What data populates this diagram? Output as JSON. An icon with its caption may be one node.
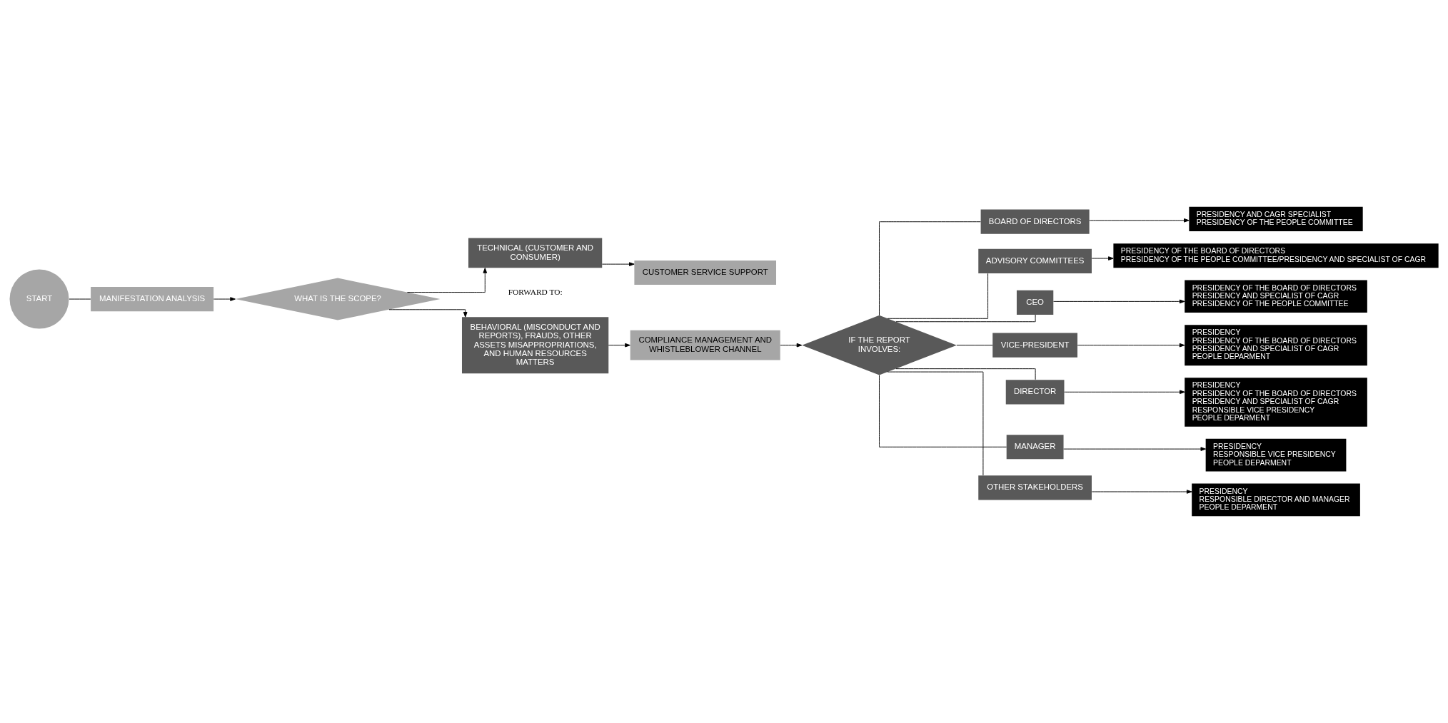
{
  "diagram": {
    "nodes": [
      {
        "text": [
          "START"
        ]
      },
      {
        "text": [
          "MANIFESTATION ANALYSIS"
        ]
      },
      {
        "text": [
          "WHAT IS THE SCOPE?"
        ]
      },
      {
        "text": [
          "TECHNICAL (CUSTOMER AND CONSUMER)"
        ]
      },
      {
        "text": [
          "BEHAVIORAL (MISCONDUCT AND REPORTS), FRAUDS, OTHER ASSETS MISAPPROPRIATIONS, AND HUMAN RESOURCES MATTERS"
        ]
      },
      {
        "text": [
          "CUSTOMER SERVICE SUPPORT"
        ]
      },
      {
        "text": [
          "COMPLIANCE MANAGEMENT AND WHISTLEBLOWER CHANNEL"
        ]
      },
      {
        "text": [
          "IF THE REPORT INVOLVES:"
        ]
      },
      {
        "text": [
          "BOARD OF DIRECTORS"
        ]
      },
      {
        "text": [
          "PRESIDENCY AND CAGR SPECIALIST",
          "PRESIDENCY OF THE PEOPLE COMMITTEE"
        ]
      },
      {
        "text": [
          "ADVISORY COMMITTEES"
        ]
      },
      {
        "text": [
          "PRESIDENCY OF THE BOARD OF DIRECTORS",
          "PRESIDENCY OF THE PEOPLE COMMITTEE/PRESIDENCY AND SPECIALIST OF CAGR"
        ]
      },
      {
        "text": [
          "CEO"
        ]
      },
      {
        "text": [
          "PRESIDENCY OF THE BOARD OF DIRECTORS",
          "PRESIDENCY AND SPECIALIST OF CAGR",
          "PRESIDENCY OF THE PEOPLE COMMITTEE"
        ]
      },
      {
        "text": [
          "VICE-PRESIDENT"
        ]
      },
      {
        "text": [
          "PRESIDENCY",
          "PRESIDENCY OF THE BOARD OF DIRECTORS",
          "PRESIDENCY AND SPECIALIST OF CAGR",
          "PEOPLE DEPARMENT"
        ]
      },
      {
        "text": [
          "DIRECTOR"
        ]
      },
      {
        "text": [
          "PRESIDENCY",
          "PRESIDENCY OF THE BOARD OF DIRECTORS",
          "PRESIDENCY AND SPECIALIST OF CAGR",
          "RESPONSIBLE VICE PRESIDENCY",
          "PEOPLE DEPARMENT"
        ]
      },
      {
        "text": [
          "MANAGER"
        ]
      },
      {
        "text": [
          "PRESIDENCY",
          "RESPONSIBLE VICE PRESIDENCY",
          "PEOPLE DEPARMENT"
        ]
      },
      {
        "text": [
          "OTHER STAKEHOLDERS"
        ]
      },
      {
        "text": [
          "PRESIDENCY",
          "RESPONSIBLE DIRECTOR AND MANAGER",
          "PEOPLE DEPARMENT"
        ]
      }
    ],
    "edges": [
      {
        "from": 0,
        "to": 1,
        "arrow": "none"
      },
      {
        "from": 1,
        "to": 2,
        "arrow": "to"
      },
      {
        "from": 2,
        "to": 3,
        "arrow": "to"
      },
      {
        "from": 2,
        "to": 4,
        "arrow": "to"
      },
      {
        "from": 3,
        "to": 5,
        "arrow": "to"
      },
      {
        "from": 4,
        "to": 6,
        "arrow": "to"
      },
      {
        "from": 6,
        "to": 7,
        "arrow": "to"
      },
      {
        "from": 7,
        "to": 8,
        "arrow": "none"
      },
      {
        "from": 7,
        "to": 10,
        "arrow": "none"
      },
      {
        "from": 7,
        "to": 12,
        "arrow": "none"
      },
      {
        "from": 7,
        "to": 14,
        "arrow": "none"
      },
      {
        "from": 7,
        "to": 16,
        "arrow": "none"
      },
      {
        "from": 7,
        "to": 18,
        "arrow": "none"
      },
      {
        "from": 7,
        "to": 20,
        "arrow": "none"
      },
      {
        "from": 8,
        "to": 9,
        "arrow": "to"
      },
      {
        "from": 10,
        "to": 11,
        "arrow": "to"
      },
      {
        "from": 12,
        "to": 13,
        "arrow": "to"
      },
      {
        "from": 14,
        "to": 15,
        "arrow": "to"
      },
      {
        "from": 16,
        "to": 17,
        "arrow": "to"
      },
      {
        "from": 18,
        "to": 19,
        "arrow": "to"
      },
      {
        "from": 20,
        "to": 21,
        "arrow": "to"
      }
    ],
    "labels": [
      "FORWARD TO:"
    ]
  }
}
